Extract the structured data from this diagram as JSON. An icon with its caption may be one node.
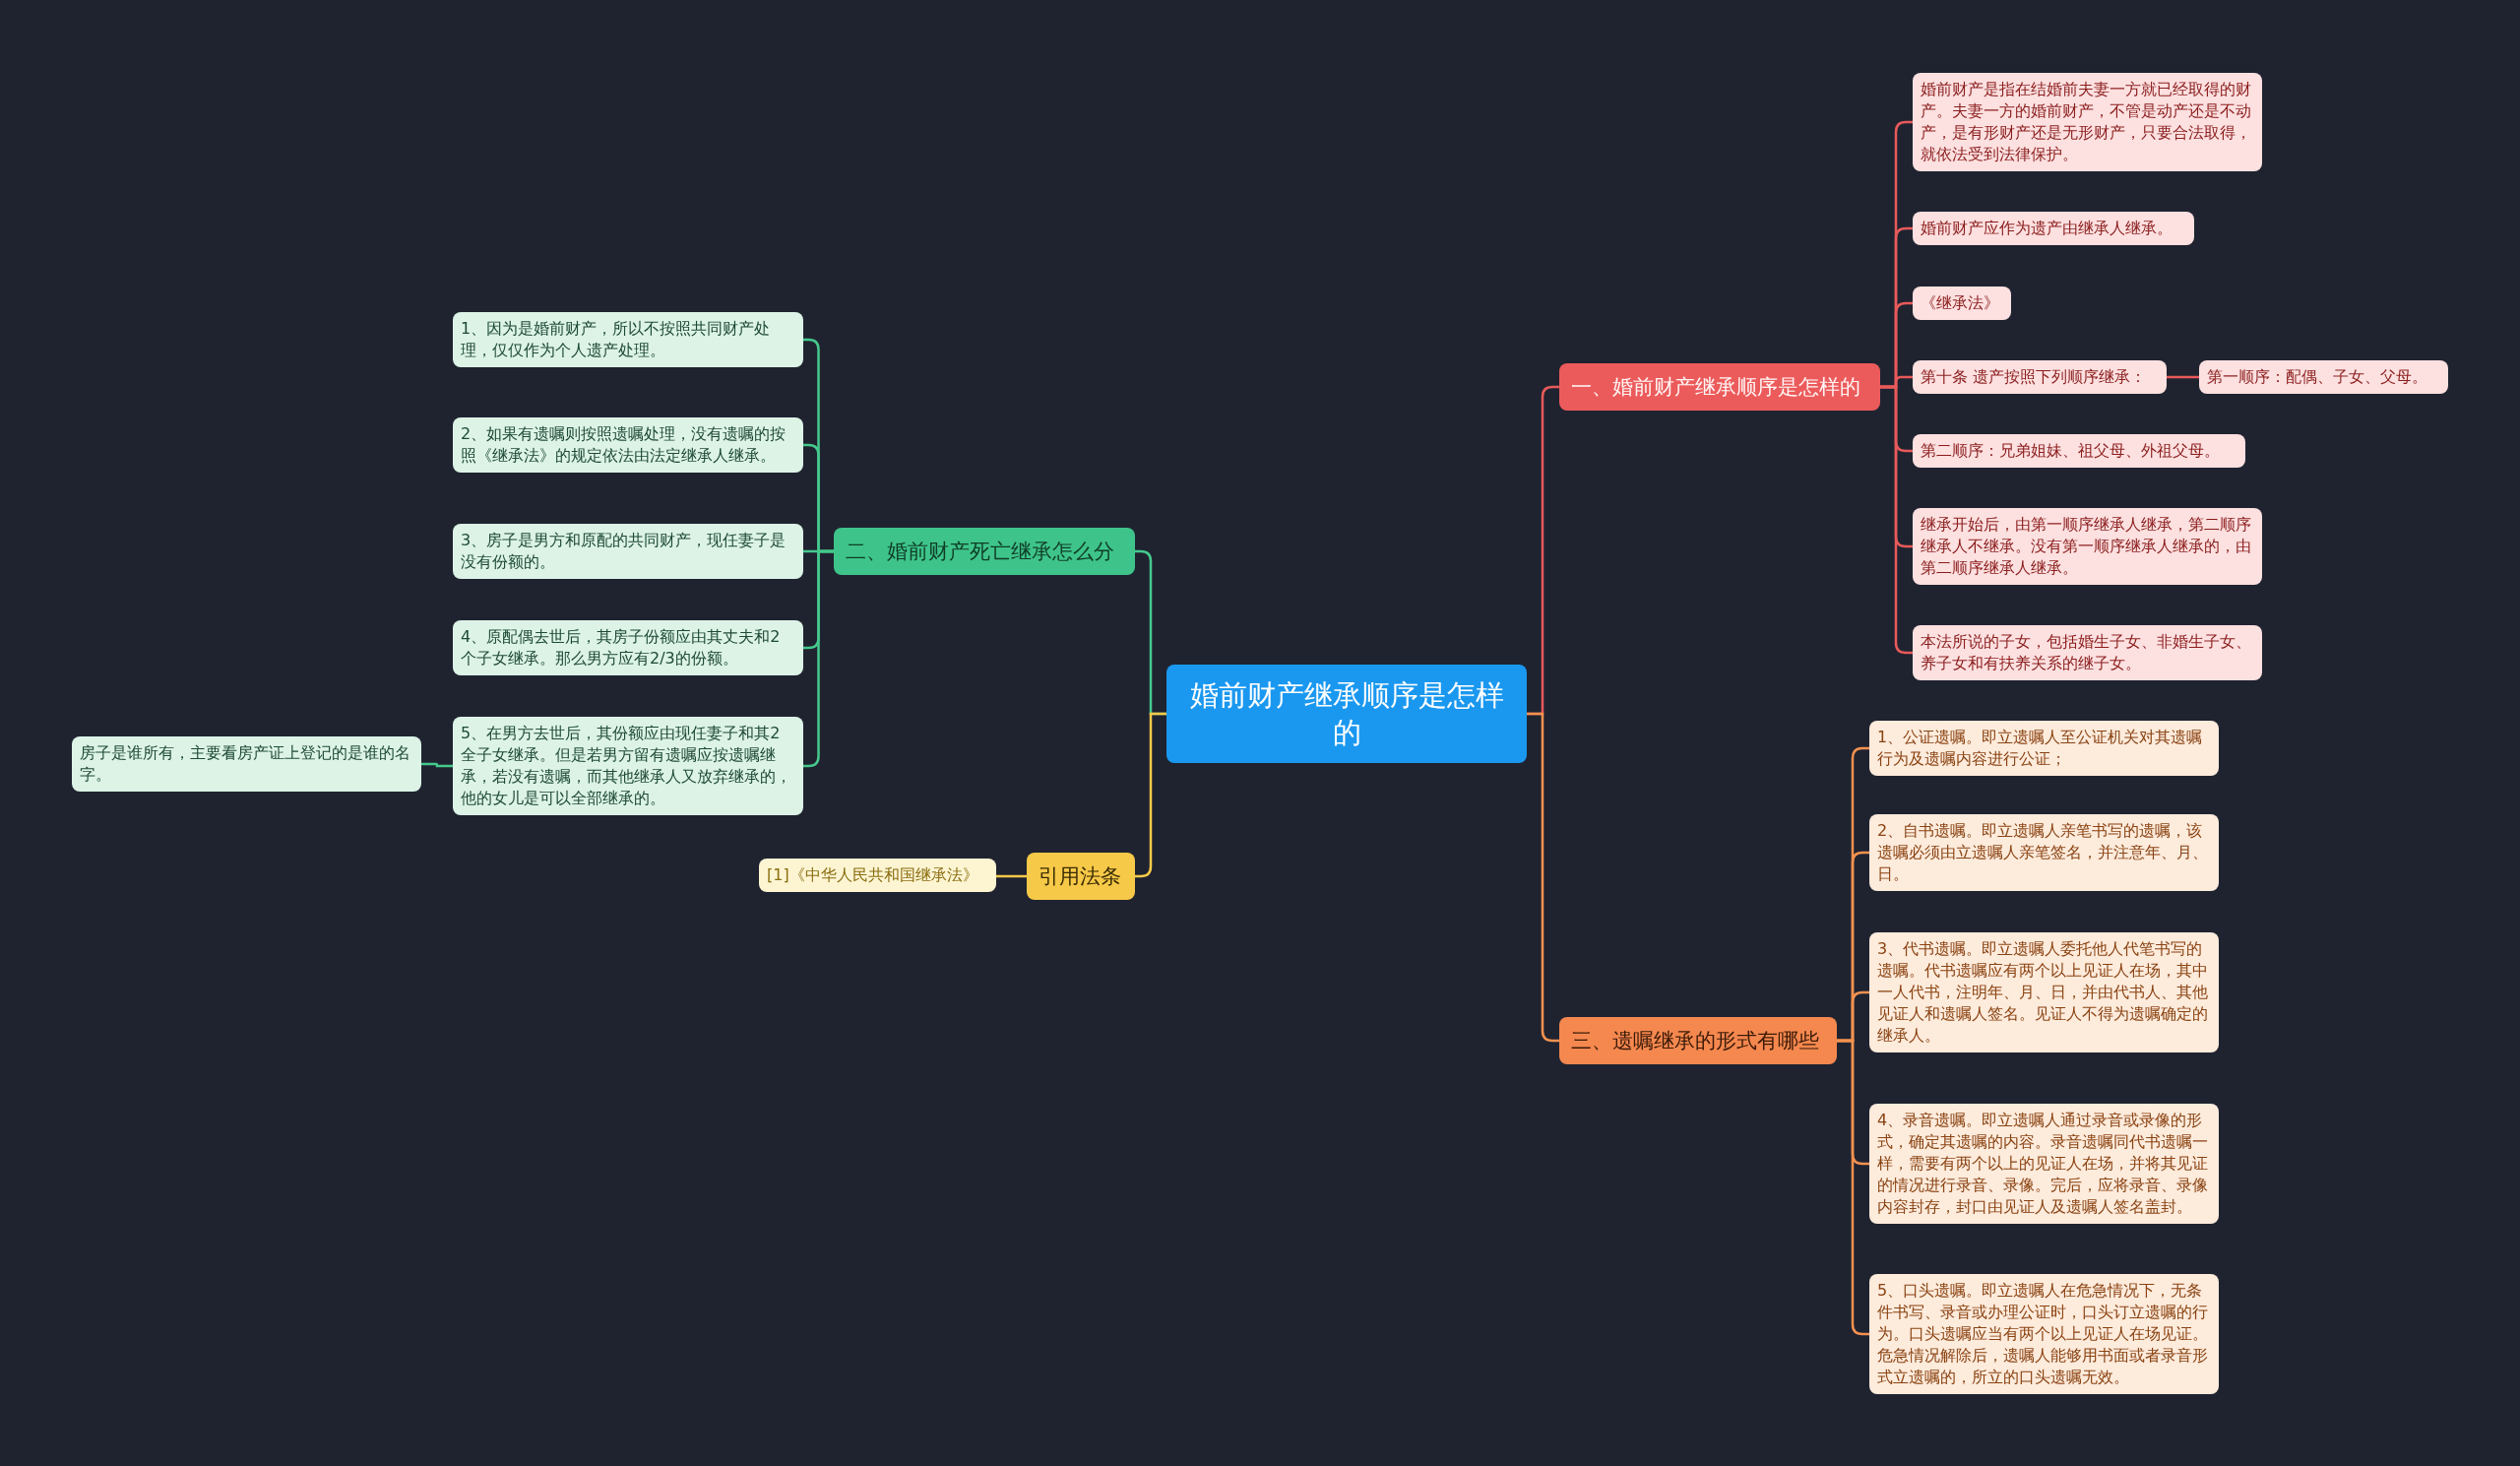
{
  "diagram": {
    "nodes": [
      {
        "text": [
          "婚前财产继承顺序是怎样的"
        ]
      },
      {
        "text": [
          "一、婚前财产继承顺序是怎样的"
        ]
      },
      {
        "text": [
          "婚前财产是指在结婚前夫妻一方就已经取得的财产。夫妻一方的婚前财产，不管是动产还是不动产，是有形财产还是无形财产，只要合法取得，就依法受到法律保护。"
        ]
      },
      {
        "text": [
          "婚前财产应作为遗产由继承人继承。"
        ]
      },
      {
        "text": [
          "《继承法》"
        ]
      },
      {
        "text": [
          "第十条 遗产按照下列顺序继承："
        ]
      },
      {
        "text": [
          "第一顺序：配偶、子女、父母。"
        ]
      },
      {
        "text": [
          "第二顺序：兄弟姐妹、祖父母、外祖父母。"
        ]
      },
      {
        "text": [
          "继承开始后，由第一顺序继承人继承，第二顺序继承人不继承。没有第一顺序继承人继承的，由第二顺序继承人继承。"
        ]
      },
      {
        "text": [
          "本法所说的子女，包括婚生子女、非婚生子女、养子女和有扶养关系的继子女。"
        ]
      },
      {
        "text": [
          "三、遗嘱继承的形式有哪些"
        ]
      },
      {
        "text": [
          "1、公证遗嘱。即立遗嘱人至公证机关对其遗嘱行为及遗嘱内容进行公证；"
        ]
      },
      {
        "text": [
          "2、自书遗嘱。即立遗嘱人亲笔书写的遗嘱，该遗嘱必须由立遗嘱人亲笔签名，并注意年、月、日。"
        ]
      },
      {
        "text": [
          "3、代书遗嘱。即立遗嘱人委托他人代笔书写的遗嘱。代书遗嘱应有两个以上见证人在场，其中一人代书，注明年、月、日，并由代书人、其他见证人和遗嘱人签名。见证人不得为遗嘱确定的继承人。"
        ]
      },
      {
        "text": [
          "4、录音遗嘱。即立遗嘱人通过录音或录像的形式，确定其遗嘱的内容。录音遗嘱同代书遗嘱一样，需要有两个以上的见证人在场，并将其见证的情况进行录音、录像。完后，应将录音、录像内容封存，封口由见证人及遗嘱人签名盖封。"
        ]
      },
      {
        "text": [
          "5、口头遗嘱。即立遗嘱人在危急情况下，无条件书写、录音或办理公证时，口头订立遗嘱的行为。口头遗嘱应当有两个以上见证人在场见证。危急情况解除后，遗嘱人能够用书面或者录音形式立遗嘱的，所立的口头遗嘱无效。"
        ]
      },
      {
        "text": [
          "二、婚前财产死亡继承怎么分"
        ]
      },
      {
        "text": [
          "1、因为是婚前财产，所以不按照共同财产处理，仅仅作为个人遗产处理。"
        ]
      },
      {
        "text": [
          "2、如果有遗嘱则按照遗嘱处理，没有遗嘱的按照《继承法》的规定依法由法定继承人继承。"
        ]
      },
      {
        "text": [
          "3、房子是男方和原配的共同财产，现任妻子是没有份额的。"
        ]
      },
      {
        "text": [
          "4、原配偶去世后，其房子份额应由其丈夫和2个子女继承。那么男方应有2/3的份额。"
        ]
      },
      {
        "text": [
          "5、在男方去世后，其份额应由现任妻子和其2全子女继承。但是若男方留有遗嘱应按遗嘱继承，若没有遗嘱，而其他继承人又放弃继承的，他的女儿是可以全部继承的。"
        ]
      },
      {
        "text": [
          "房子是谁所有，主要看房产证上登记的是谁的名字。"
        ]
      },
      {
        "text": [
          "引用法条"
        ]
      },
      {
        "text": [
          "[1]《中华人民共和国继承法》"
        ]
      }
    ],
    "edges": [
      {
        "from": 0,
        "to": 1,
        "arrow": "none",
        "color": "#e85a5a"
      },
      {
        "from": 1,
        "to": 2,
        "arrow": "none",
        "color": "#e85a5a"
      },
      {
        "from": 1,
        "to": 3,
        "arrow": "none",
        "color": "#e85a5a"
      },
      {
        "from": 1,
        "to": 4,
        "arrow": "none",
        "color": "#e85a5a"
      },
      {
        "from": 1,
        "to": 5,
        "arrow": "none",
        "color": "#e85a5a"
      },
      {
        "from": 5,
        "to": 6,
        "arrow": "none",
        "color": "#e85a5a"
      },
      {
        "from": 1,
        "to": 7,
        "arrow": "none",
        "color": "#e85a5a"
      },
      {
        "from": 1,
        "to": 8,
        "arrow": "none",
        "color": "#e85a5a"
      },
      {
        "from": 1,
        "to": 9,
        "arrow": "none",
        "color": "#e85a5a"
      },
      {
        "from": 0,
        "to": 10,
        "arrow": "none",
        "color": "#f5924f"
      },
      {
        "from": 10,
        "to": 11,
        "arrow": "none",
        "color": "#f5924f"
      },
      {
        "from": 10,
        "to": 12,
        "arrow": "none",
        "color": "#f5924f"
      },
      {
        "from": 10,
        "to": 13,
        "arrow": "none",
        "color": "#f5924f"
      },
      {
        "from": 10,
        "to": 14,
        "arrow": "none",
        "color": "#f5924f"
      },
      {
        "from": 10,
        "to": 15,
        "arrow": "none",
        "color": "#f5924f"
      },
      {
        "from": 0,
        "to": 16,
        "arrow": "none",
        "color": "#45c98c"
      },
      {
        "from": 16,
        "to": 17,
        "arrow": "none",
        "color": "#45c98c"
      },
      {
        "from": 16,
        "to": 18,
        "arrow": "none",
        "color": "#45c98c"
      },
      {
        "from": 16,
        "to": 19,
        "arrow": "none",
        "color": "#45c98c"
      },
      {
        "from": 16,
        "to": 20,
        "arrow": "none",
        "color": "#45c98c"
      },
      {
        "from": 16,
        "to": 21,
        "arrow": "none",
        "color": "#45c98c"
      },
      {
        "from": 21,
        "to": 22,
        "arrow": "none",
        "color": "#45c98c"
      },
      {
        "from": 0,
        "to": 23,
        "arrow": "none",
        "color": "#f7c948"
      },
      {
        "from": 23,
        "to": 24,
        "arrow": "none",
        "color": "#f7c948"
      }
    ]
  }
}
